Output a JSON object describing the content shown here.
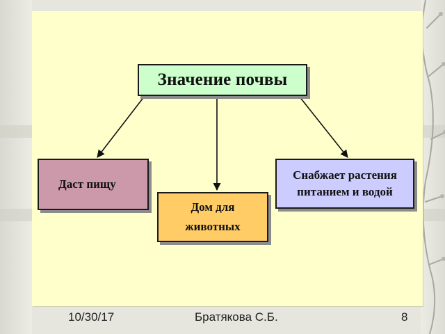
{
  "diagram": {
    "root": "Значение почвы",
    "children": [
      {
        "label": "Даст пищу"
      },
      {
        "label": "Дом для животных"
      },
      {
        "label": "Снабжает растения питанием и водой"
      }
    ]
  },
  "footer": {
    "date": "10/30/17",
    "author": "Братякова С.Б.",
    "page": "8"
  },
  "colors": {
    "slide_background": "#ffffcc",
    "root_box": "#ccffcc",
    "food_box": "#cc99aa",
    "home_box": "#ffcc66",
    "plants_box": "#ccccff",
    "page_background": "#e6e6df"
  }
}
